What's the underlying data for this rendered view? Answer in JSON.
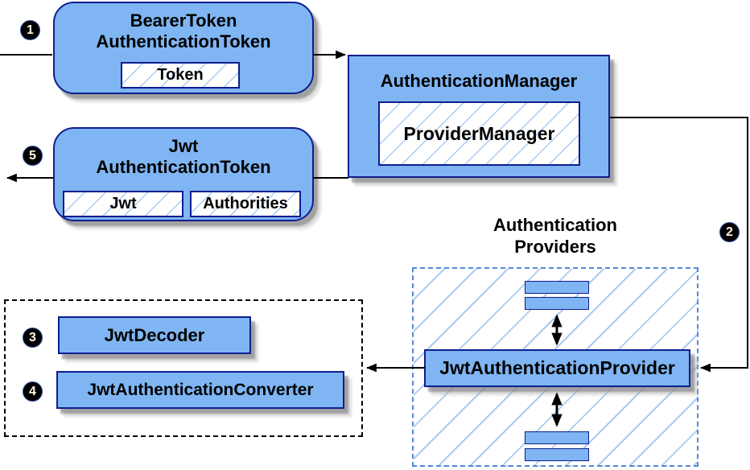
{
  "diagram": {
    "bearer_token": {
      "title_line1": "BearerToken",
      "title_line2": "AuthenticationToken",
      "field": "Token"
    },
    "auth_manager": {
      "title": "AuthenticationManager",
      "inner": "ProviderManager"
    },
    "jwt_token": {
      "title_line1": "Jwt",
      "title_line2": "AuthenticationToken",
      "field1": "Jwt",
      "field2": "Authorities"
    },
    "providers_group": {
      "label_line1": "Authentication",
      "label_line2": "Providers",
      "provider": "JwtAuthenticationProvider"
    },
    "helpers": {
      "decoder": "JwtDecoder",
      "converter": "JwtAuthenticationConverter"
    },
    "steps": {
      "s1": "1",
      "s2": "2",
      "s3": "3",
      "s4": "4",
      "s5": "5"
    }
  },
  "colors": {
    "node_fill": "#7FB5F2",
    "node_border": "#0D1E8F",
    "hatch": "#A9CCF2",
    "region_border": "#5588D8",
    "arrow": "#000000",
    "badge_bg": "#000000",
    "badge_text": "#FFF6E0"
  }
}
